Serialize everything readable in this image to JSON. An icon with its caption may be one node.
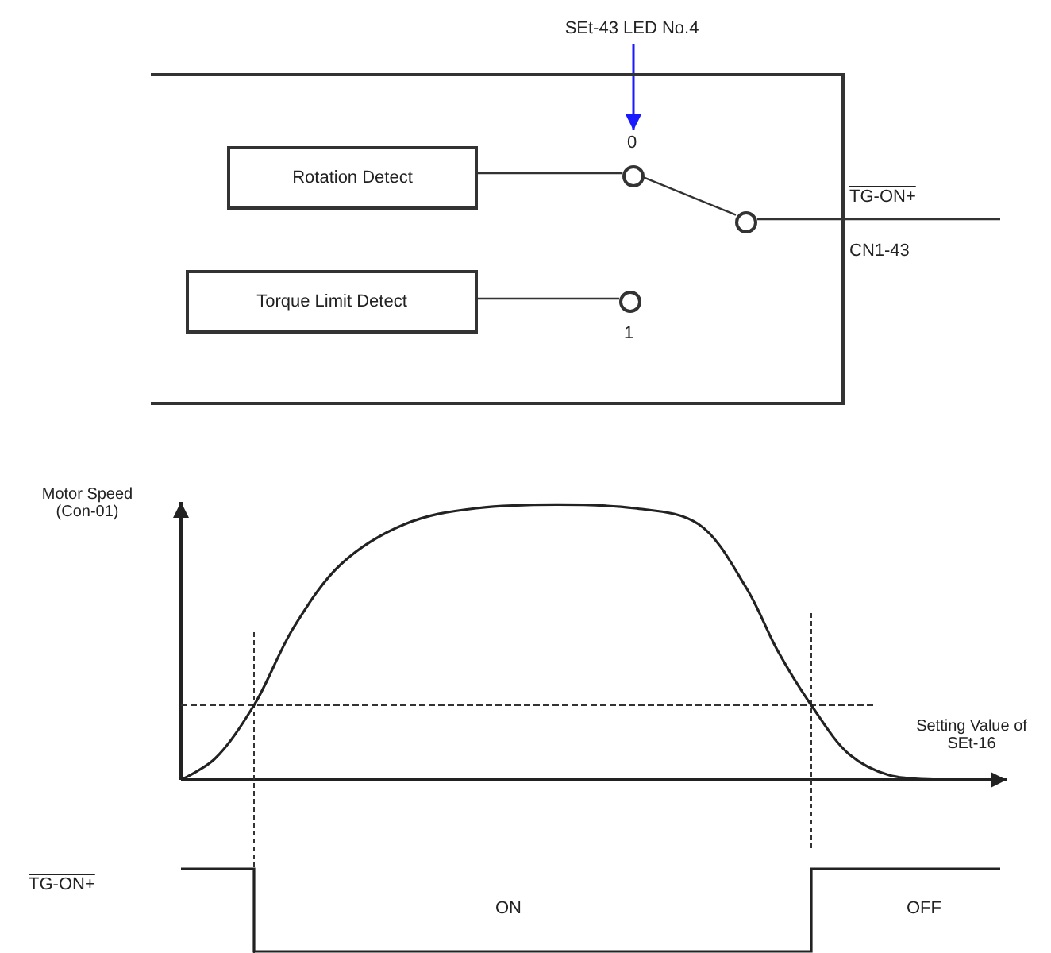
{
  "diagram": {
    "nodes": [
      {
        "text": [],
        "shape": "box"
      },
      {
        "text": [
          "Rotation Detect"
        ],
        "in": 0
      },
      {
        "text": [
          "Torque Limit Detect"
        ],
        "in": 0
      },
      {
        "text": [],
        "shape": "circle",
        "beside": [
          "0"
        ],
        "in": 0
      },
      {
        "text": [],
        "shape": "circle",
        "beside": [
          "1"
        ],
        "in": 0
      },
      {
        "text": [],
        "shape": "circle",
        "in": 0
      },
      {
        "text": [
          "SEt-43 LED No.4"
        ]
      }
    ],
    "edges": [
      {
        "from": 1,
        "to": 3,
        "arrow": "none"
      },
      {
        "from": 2,
        "to": 4,
        "arrow": "none"
      },
      {
        "from": 3,
        "to": 5,
        "arrow": "none"
      },
      {
        "from": 5,
        "to": null,
        "arrow": "none"
      },
      {
        "from": 6,
        "to": 3,
        "arrow": "to",
        "color": "#1a1aff"
      }
    ],
    "labels": [
      "TG-ON+",
      "CN1-43",
      "Motor Speed (Con-01)",
      "Setting Value of SEt-16",
      "TG-ON+",
      "ON",
      "OFF"
    ]
  }
}
